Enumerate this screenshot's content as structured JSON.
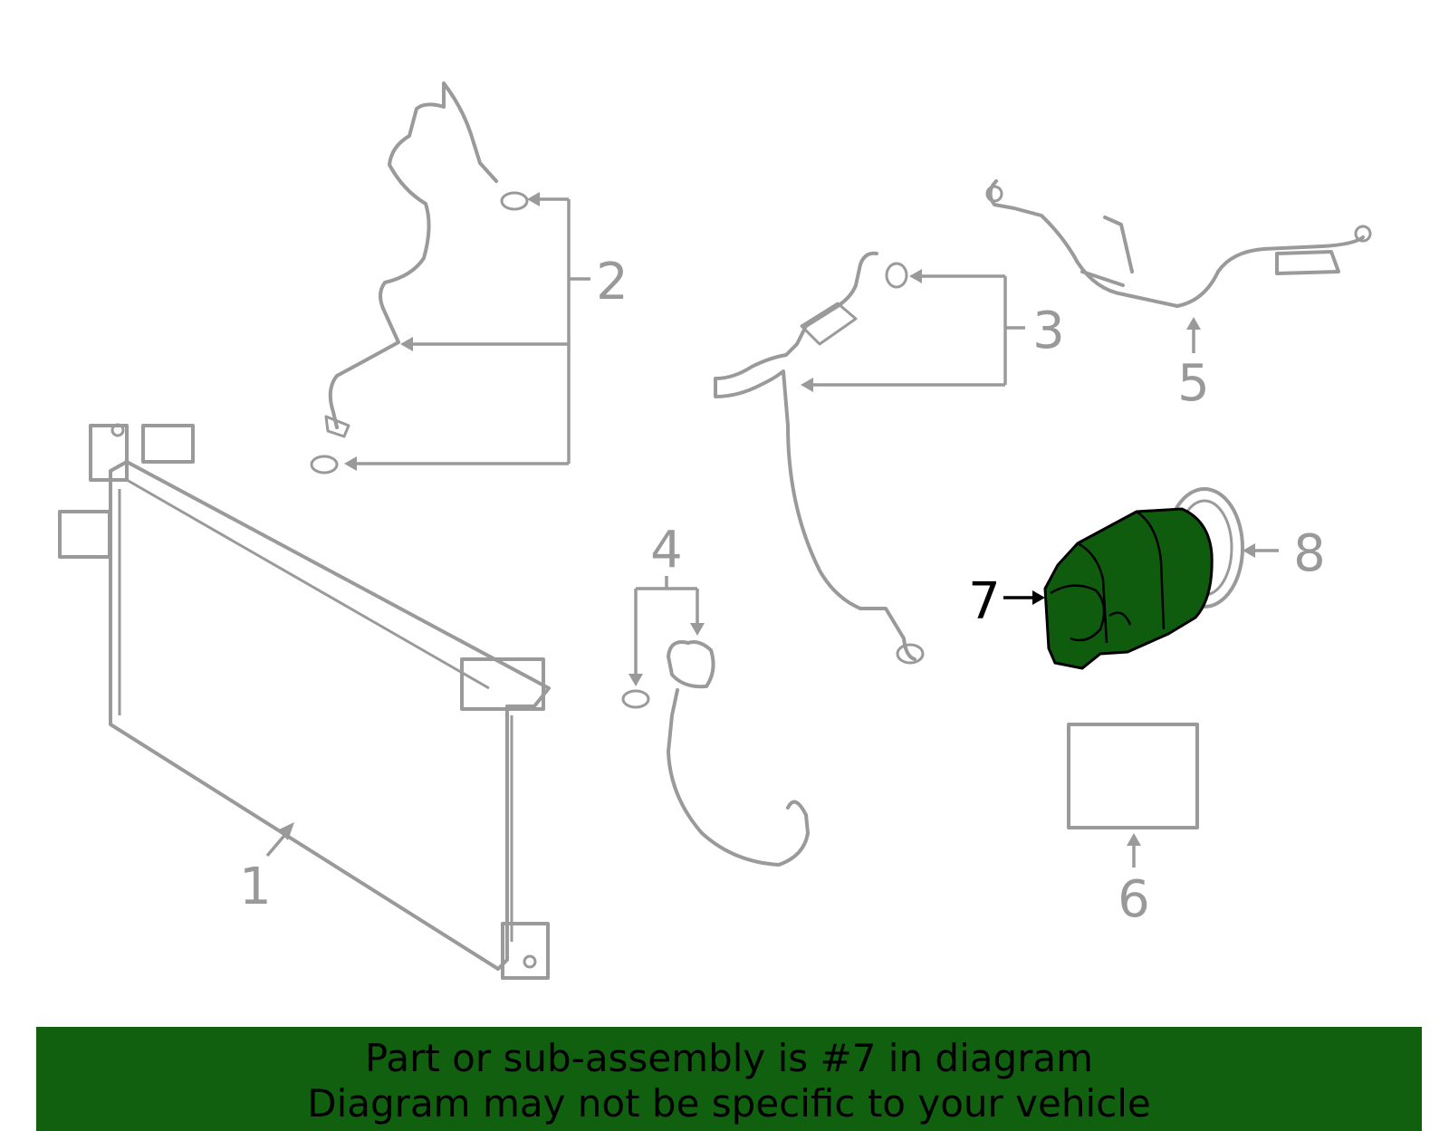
{
  "callouts": {
    "c1": "1",
    "c2": "2",
    "c3": "3",
    "c4": "4",
    "c5": "5",
    "c6": "6",
    "c7": "7",
    "c8": "8"
  },
  "highlight": {
    "part_number": "7",
    "fill_color": "#0f5c0f",
    "line_color": "#9a9a9a"
  },
  "banner": {
    "line1": "Part or sub-assembly is #7 in diagram",
    "line2": "Diagram may not be specific to your vehicle",
    "background": "#106010"
  }
}
